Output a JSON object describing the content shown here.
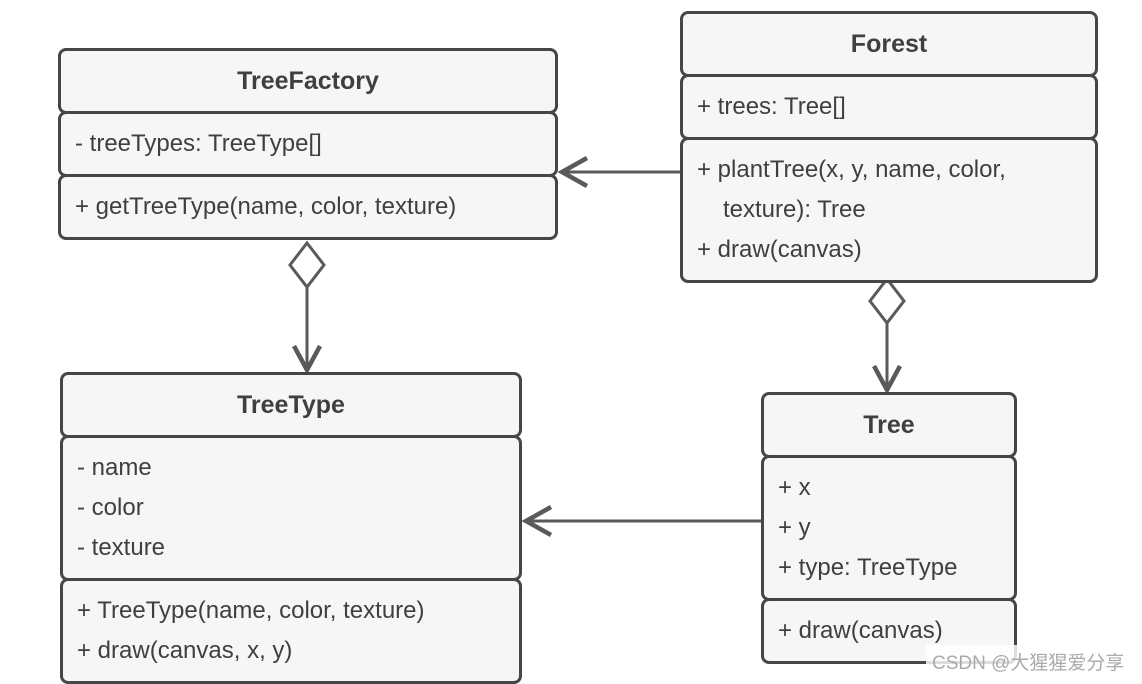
{
  "colors": {
    "background": "#ffffff",
    "box_fill": "#f6f6f6",
    "border": "#464646",
    "connector": "#5a5a5a",
    "text": "#3f3f3f",
    "watermark": "#aaaaaa"
  },
  "classes": [
    {
      "name": "TreeFactory",
      "attributes": [
        "- treeTypes: TreeType[]"
      ],
      "methods": [
        "+ getTreeType(name, color, texture)"
      ]
    },
    {
      "name": "Forest",
      "attributes": [
        "+ trees: Tree[]"
      ],
      "methods": [
        "+ plantTree(x, y, name, color, texture): Tree",
        "+ draw(canvas)"
      ]
    },
    {
      "name": "TreeType",
      "attributes": [
        "- name",
        "- color",
        "- texture"
      ],
      "methods": [
        "+ TreeType(name, color, texture)",
        "+ draw(canvas, x, y)"
      ]
    },
    {
      "name": "Tree",
      "attributes": [
        "+ x",
        "+ y",
        "+ type: TreeType"
      ],
      "methods": [
        "+ draw(canvas)"
      ]
    }
  ],
  "edges": [
    {
      "from": "Forest",
      "to": "TreeFactory",
      "type": "association",
      "arrow": "open-arrow-left"
    },
    {
      "from": "TreeFactory",
      "to": "TreeType",
      "type": "aggregation",
      "arrow": "hollow-diamond-to-open-arrow-down"
    },
    {
      "from": "Forest",
      "to": "Tree",
      "type": "aggregation",
      "arrow": "hollow-diamond-to-open-arrow-down"
    },
    {
      "from": "Tree",
      "to": "TreeType",
      "type": "association",
      "arrow": "open-arrow-left"
    }
  ],
  "watermark": "CSDN @大猩猩爱分享"
}
